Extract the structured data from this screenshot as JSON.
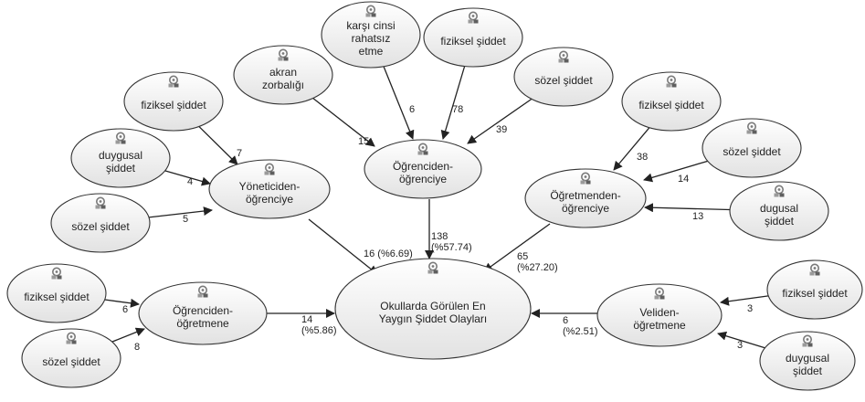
{
  "diagram": {
    "center": {
      "lines": [
        "Okullarda Görülen En",
        "Yaygın Şiddet Olayları"
      ]
    },
    "groups": [
      {
        "id": "ogrenciden-ogrenciye",
        "lines": [
          "Öğrenciden-",
          "öğrenciye"
        ],
        "to_center_label": [
          "138",
          "(%57.74)"
        ],
        "children": [
          {
            "lines": [
              "akran",
              "zorbalığı"
            ],
            "value": "15"
          },
          {
            "lines": [
              "karşı cinsi",
              "rahatsız",
              "etme"
            ],
            "value": "6"
          },
          {
            "lines": [
              "fiziksel şiddet"
            ],
            "value": "78"
          },
          {
            "lines": [
              "sözel şiddet"
            ],
            "value": "39"
          }
        ]
      },
      {
        "id": "yoneticiden-ogrenciye",
        "lines": [
          "Yöneticiden-",
          "öğrenciye"
        ],
        "to_center_label": [
          "16 (%6.69)"
        ],
        "children": [
          {
            "lines": [
              "fiziksel şiddet"
            ],
            "value": "7"
          },
          {
            "lines": [
              "duygusal",
              "şiddet"
            ],
            "value": "4"
          },
          {
            "lines": [
              "sözel şiddet"
            ],
            "value": "5"
          }
        ]
      },
      {
        "id": "ogretmenden-ogrenciye",
        "lines": [
          "Öğretmenden-",
          "öğrenciye"
        ],
        "to_center_label": [
          "65",
          "(%27.20)"
        ],
        "children": [
          {
            "lines": [
              "fiziksel şiddet"
            ],
            "value": "38"
          },
          {
            "lines": [
              "sözel şiddet"
            ],
            "value": "14"
          },
          {
            "lines": [
              "dugusal",
              "şiddet"
            ],
            "value": "13"
          }
        ]
      },
      {
        "id": "ogrenciden-ogretmene",
        "lines": [
          "Öğrenciden-",
          "öğretmene"
        ],
        "to_center_label": [
          "14",
          "(%5.86)"
        ],
        "children": [
          {
            "lines": [
              "fiziksel şiddet"
            ],
            "value": "6"
          },
          {
            "lines": [
              "sözel şiddet"
            ],
            "value": "8"
          }
        ]
      },
      {
        "id": "veliden-ogretmene",
        "lines": [
          "Veliden-",
          "öğretmene"
        ],
        "to_center_label": [
          "6",
          "(%2.51)"
        ],
        "children": [
          {
            "lines": [
              "fiziksel şiddet"
            ],
            "value": "3"
          },
          {
            "lines": [
              "duygusal",
              "şiddet"
            ],
            "value": "3"
          }
        ]
      }
    ],
    "colors": {
      "node_fill_top": "#ffffff",
      "node_fill_bottom": "#e2e2e2",
      "node_stroke": "#333333",
      "edge": "#222222",
      "icon": "#7a7a7a"
    }
  }
}
